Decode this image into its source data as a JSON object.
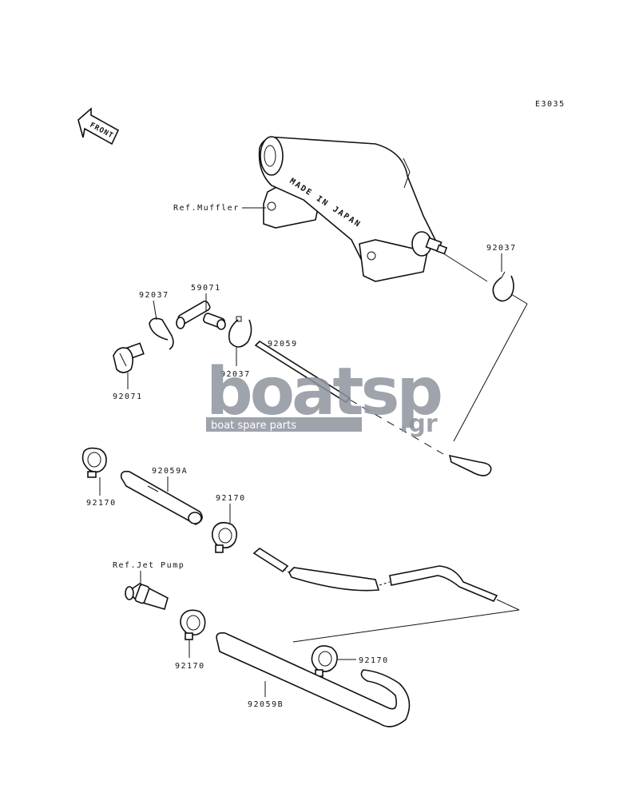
{
  "diagram_code": "E3035",
  "front_label": "FRONT",
  "stamp_text": "MADE IN JAPAN",
  "labels": {
    "ref_muffler": "Ref.Muffler",
    "ref_jet_pump": "Ref.Jet Pump",
    "p92037_a": "92037",
    "p92037_b": "92037",
    "p92037_c": "92037",
    "p59071": "59071",
    "p92071": "92071",
    "p92059": "92059",
    "p92059a": "92059A",
    "p92059b": "92059B",
    "p92170_a": "92170",
    "p92170_b": "92170",
    "p92170_c": "92170",
    "p92170_d": "92170"
  },
  "watermark": {
    "brand": "boatsp",
    "suffix": ".gr",
    "tagline": "boat spare parts",
    "color": "#8e939e"
  }
}
